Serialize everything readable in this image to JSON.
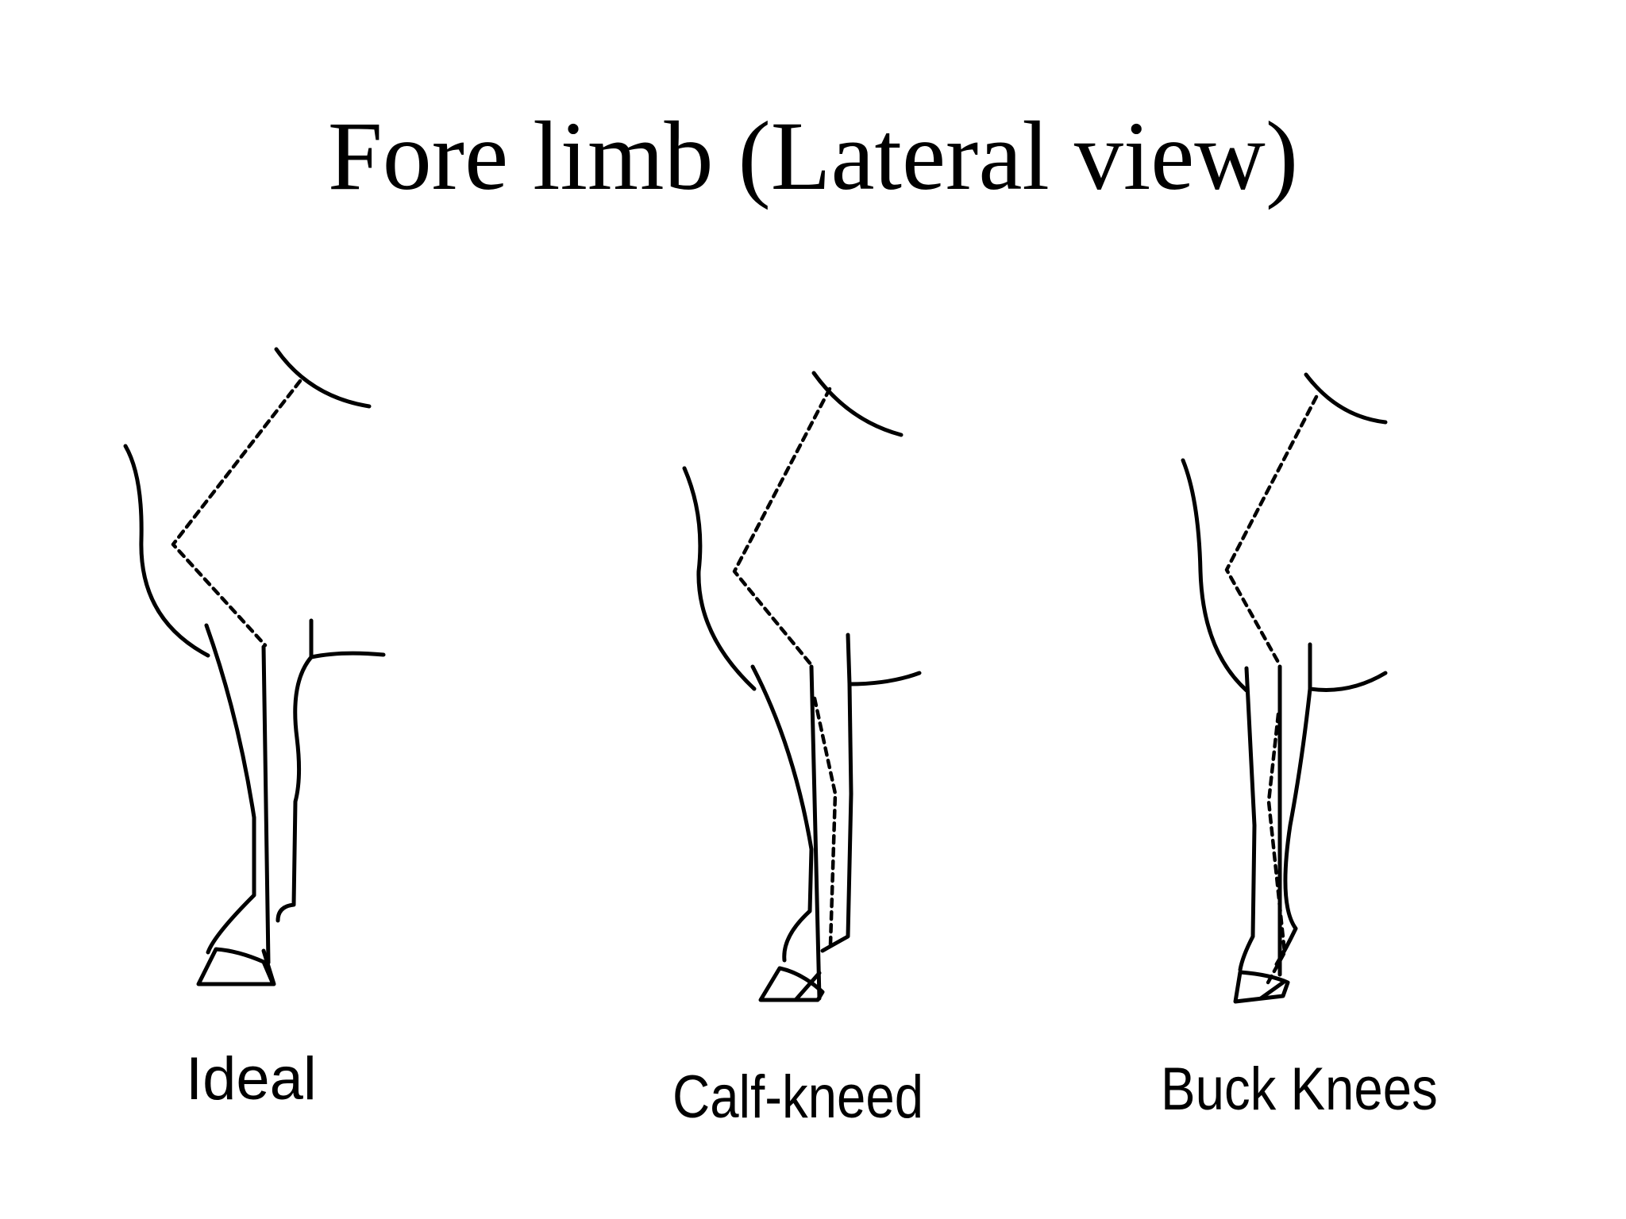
{
  "slide": {
    "title": "Fore limb (Lateral view)"
  },
  "diagrams": [
    {
      "label": "Ideal"
    },
    {
      "label": "Calf-kneed"
    },
    {
      "label": "Buck Knees"
    }
  ],
  "colors": {
    "ink": "#000000",
    "background": "#ffffff"
  }
}
